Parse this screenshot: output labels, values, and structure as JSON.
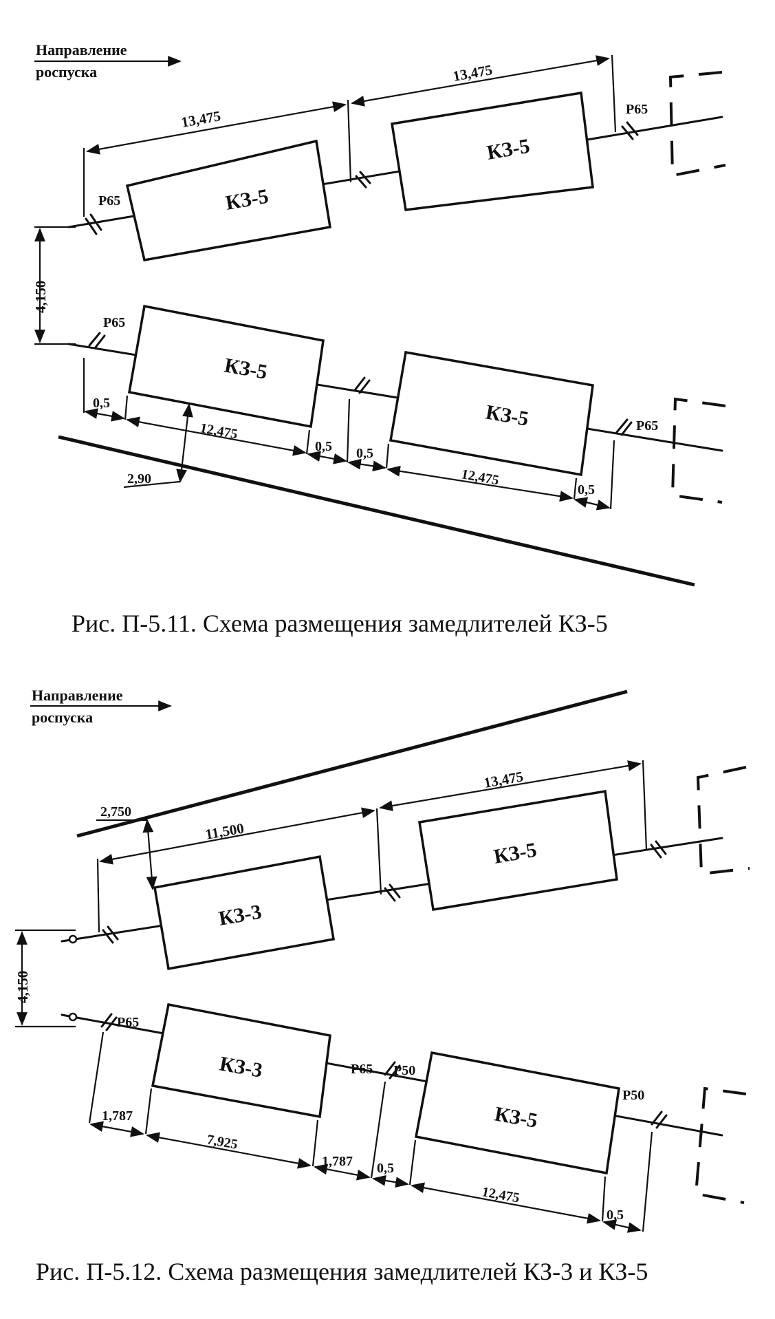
{
  "fig1": {
    "direction_line1": "Направление",
    "direction_line2": "роспуска",
    "caption": "Рис. П-5.11. Схема размещения замедлителей КЗ-5",
    "blocks": [
      "КЗ-5",
      "КЗ-5",
      "КЗ-5",
      "КЗ-5"
    ],
    "rails": [
      "Р65",
      "Р65",
      "Р65",
      "Р65"
    ],
    "dims": {
      "top_left_span": "13,475",
      "top_right_span": "13,475",
      "track_spacing": "4,150",
      "offset_a": "0,5",
      "length_a": "12,475",
      "offset_b": "0,5",
      "offset_c": "0,5",
      "length_b": "12,475",
      "offset_d": "0,5",
      "clearance": "2,90"
    }
  },
  "fig2": {
    "direction_line1": "Направление",
    "direction_line2": "роспуска",
    "caption": "Рис. П-5.12. Схема размещения замедлителей КЗ-3 и КЗ-5",
    "blocks": [
      "КЗ-3",
      "КЗ-5",
      "КЗ-3",
      "КЗ-5"
    ],
    "rails": [
      "Р65",
      "Р65",
      "Р50",
      "Р50"
    ],
    "dims": {
      "clearance": "2,750",
      "top_left_span": "11,500",
      "top_right_span": "13,475",
      "track_spacing": "4,150",
      "offset_a": "1,787",
      "length_a": "7,925",
      "offset_b": "1,787",
      "offset_c": "0,5",
      "length_b": "12,475",
      "offset_d": "0,5"
    }
  }
}
